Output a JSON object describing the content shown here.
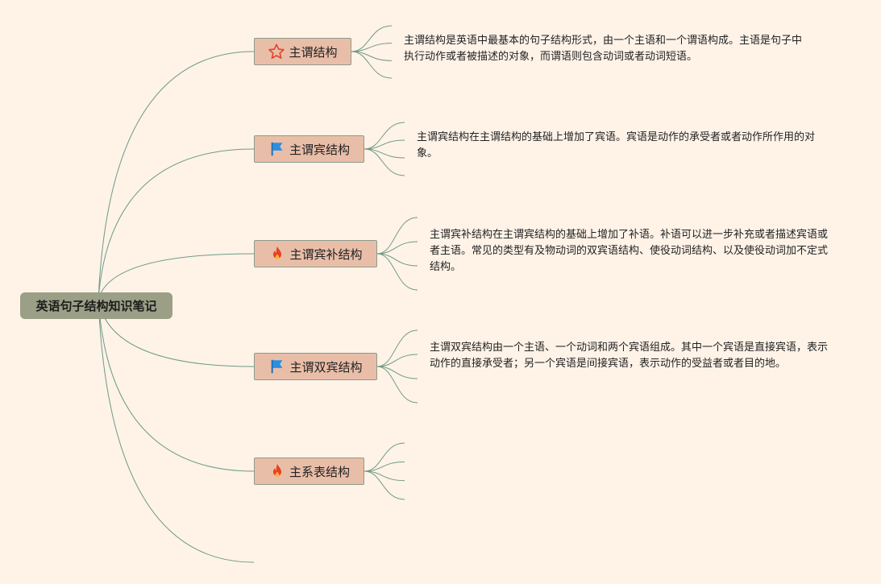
{
  "root": {
    "label": "英语句子结构知识笔记"
  },
  "branches": [
    {
      "label": "主谓结构",
      "icon": "star-outline-icon",
      "description": "主谓结构是英语中最基本的句子结构形式，由一个主语和一个谓语构成。主语是句子中执行动作或者被描述的对象，而谓语则包含动词或者动词短语。"
    },
    {
      "label": "主谓宾结构",
      "icon": "blue-flag-icon",
      "description": "主谓宾结构在主谓结构的基础上增加了宾语。宾语是动作的承受者或者动作所作用的对象。"
    },
    {
      "label": "主谓宾补结构",
      "icon": "fire-icon",
      "description": "主谓宾补结构在主谓宾结构的基础上增加了补语。补语可以进一步补充或者描述宾语或者主语。常见的类型有及物动词的双宾语结构、使役动词结构、以及使役动词加不定式结构。"
    },
    {
      "label": "主谓双宾结构",
      "icon": "blue-flag-icon",
      "description": "主谓双宾结构由一个主语、一个动词和两个宾语组成。其中一个宾语是直接宾语，表示动作的直接承受者；另一个宾语是间接宾语，表示动作的受益者或者目的地。"
    },
    {
      "label": "主系表结构",
      "icon": "fire-icon",
      "description": ""
    }
  ],
  "colors": {
    "background": "#fff3e8",
    "root_fill": "#9a9f86",
    "node_fill": "#e9bea8",
    "connector": "#6e9a86",
    "star": "#e0452e",
    "flag": "#2a8fe0",
    "fire": "#e8401f"
  }
}
